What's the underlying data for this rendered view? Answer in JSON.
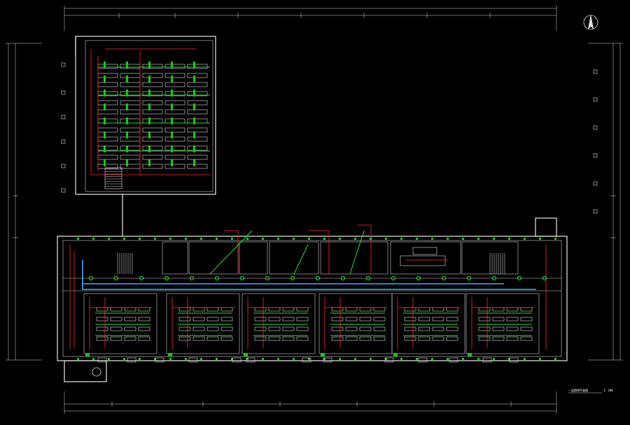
{
  "labels": {
    "drawing_title": "一层照明平面图",
    "drawing_note": "1：100",
    "north_mark": "北"
  },
  "colors": {
    "background": "#000000",
    "wall": "#e8e8e8",
    "lighting_fixture": "#27e027",
    "circuit": "#ff2a2a",
    "trunk_line": "#3fa9ff"
  },
  "icons": {
    "north_arrow": "north-arrow-icon",
    "axis_bubble": "axis-bubble-icon",
    "column": "column-square-icon"
  }
}
